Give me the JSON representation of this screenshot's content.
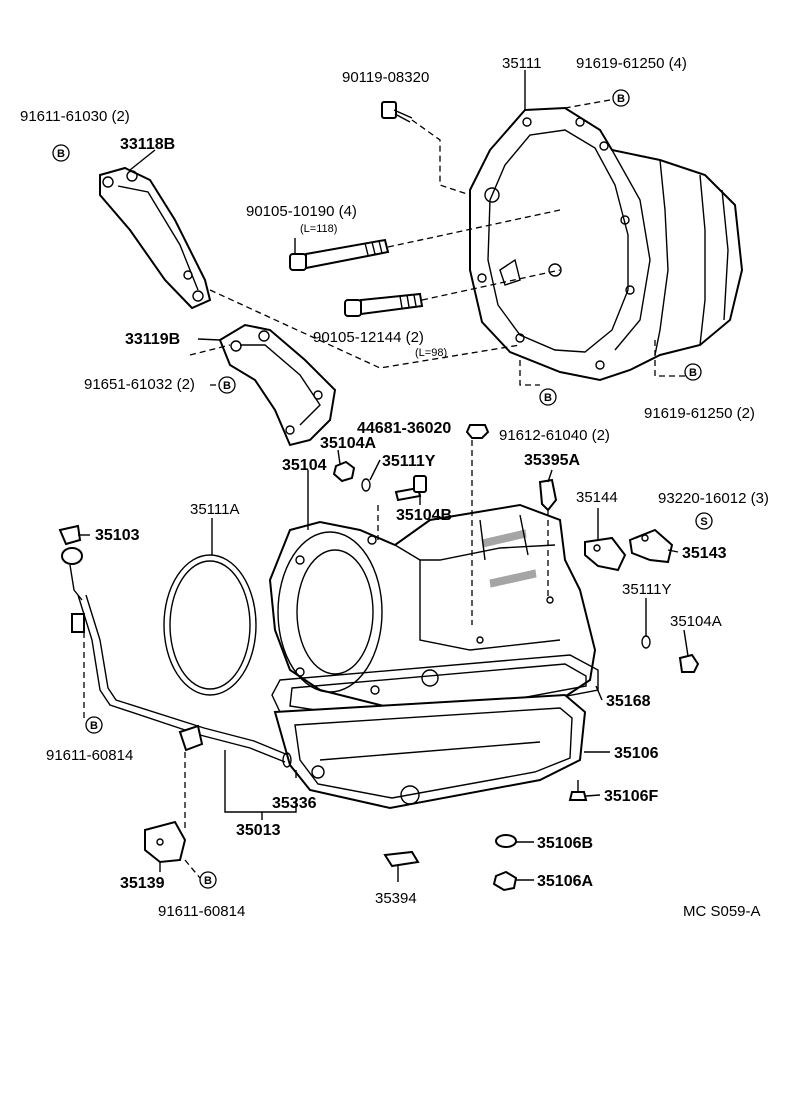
{
  "labels": {
    "p_90119_08320": "90119-08320",
    "p_35111": "35111",
    "p_91619_61250_top": "91619-61250 (4)",
    "p_91611_61030": "91611-61030 (2)",
    "p_33118b": "33118B",
    "p_90105_10190": "90105-10190 (4)",
    "p_l118": "(L=118)",
    "p_33119b": "33119B",
    "p_90105_12144": "90105-12144 (2)",
    "p_l98": "(L=98)",
    "p_91651_61032": "91651-61032 (2)",
    "p_91619_61250_bot": "91619-61250 (2)",
    "p_44681_36020": "44681-36020",
    "p_91612_61040": "91612-61040 (2)",
    "p_35104a_top": "35104A",
    "p_35111y_top": "35111Y",
    "p_35104": "35104",
    "p_35395a": "35395A",
    "p_35104b": "35104B",
    "p_35144": "35144",
    "p_93220_16012": "93220-16012 (3)",
    "p_35111a": "35111A",
    "p_35103": "35103",
    "p_35143": "35143",
    "p_35111y_bot": "35111Y",
    "p_35104a_bot": "35104A",
    "p_35168": "35168",
    "p_91611_60814_left": "91611-60814",
    "p_35106": "35106",
    "p_35106f": "35106F",
    "p_35336": "35336",
    "p_35013": "35013",
    "p_35106b": "35106B",
    "p_35139": "35139",
    "p_91611_60814_bot": "91611-60814",
    "p_35394": "35394",
    "p_35106a": "35106A",
    "footer_code": "MC S059-A"
  },
  "symbols": {
    "b": "B",
    "s": "S"
  }
}
